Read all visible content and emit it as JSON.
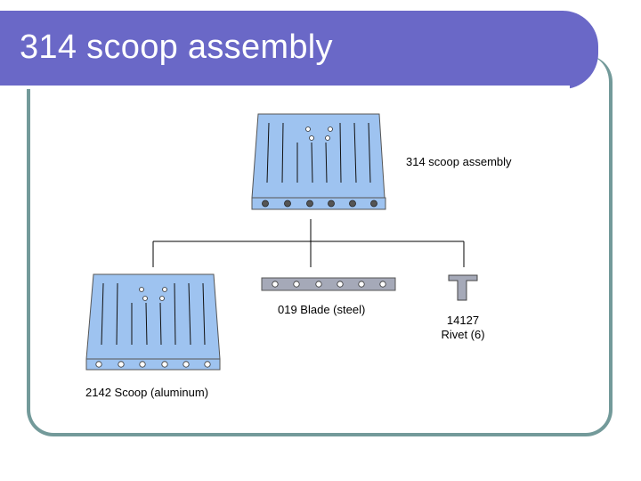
{
  "slide": {
    "title": "314 scoop assembly"
  },
  "diagram": {
    "nodes": {
      "assembly": {
        "label": "314 scoop assembly"
      },
      "scoop": {
        "label": "2142 Scoop (aluminum)"
      },
      "blade": {
        "label": "019 Blade (steel)"
      },
      "rivet": {
        "label_line1": "14127",
        "label_line2": "Rivet (6)"
      }
    },
    "colors": {
      "title_bar": "#6a68c7",
      "frame": "#739a9a",
      "part_fill": "#9ec3f0",
      "blade_fill": "#a5a9b8"
    }
  }
}
